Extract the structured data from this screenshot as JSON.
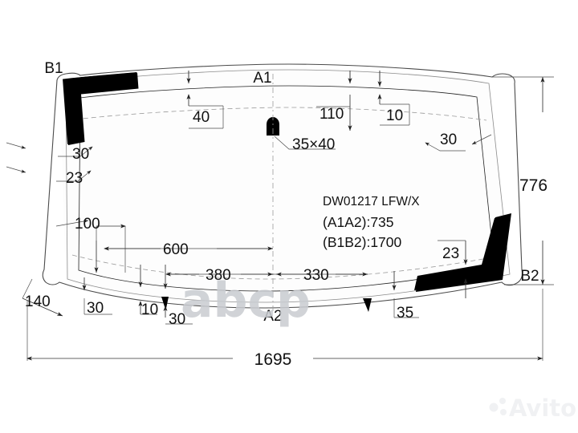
{
  "drawing": {
    "part_number": "DW01217 LFW/X",
    "spec_a1a2": "(A1A2):735",
    "spec_b1b2": "(B1B2):1700",
    "overall_width": "1695",
    "overall_height": "776",
    "point_labels": {
      "top_left": "B1",
      "top_center": "A1",
      "bottom_center": "A2",
      "bottom_right": "B2"
    },
    "mirror_mount": {
      "label": "35×40",
      "name": "mirror-button"
    },
    "dimensions": {
      "top_left_offset": "40",
      "top_mid_offset": "110",
      "top_right_offset": "10",
      "left_band_outer": "30",
      "left_band_inner": "23",
      "right_band": "30",
      "right_lower_band": "23",
      "bottom_left_corner": "140",
      "bottom_inset_100": "100",
      "bottom_left_30": "30",
      "bottom_10": "10",
      "bottom_30": "30",
      "center_600": "600",
      "center_380": "380",
      "center_330": "330",
      "bottom_right_35": "35"
    },
    "watermarks": {
      "center": "abcp",
      "corner": "Avito"
    },
    "colors": {
      "frame": "#4b4b4b",
      "shade_band": "#000000",
      "glass_outline": "#8c8c8c",
      "dimension": "#333333",
      "background": "#ffffff",
      "watermark_center": "#c9ccd1",
      "watermark_corner": "#f0f1f3"
    }
  }
}
